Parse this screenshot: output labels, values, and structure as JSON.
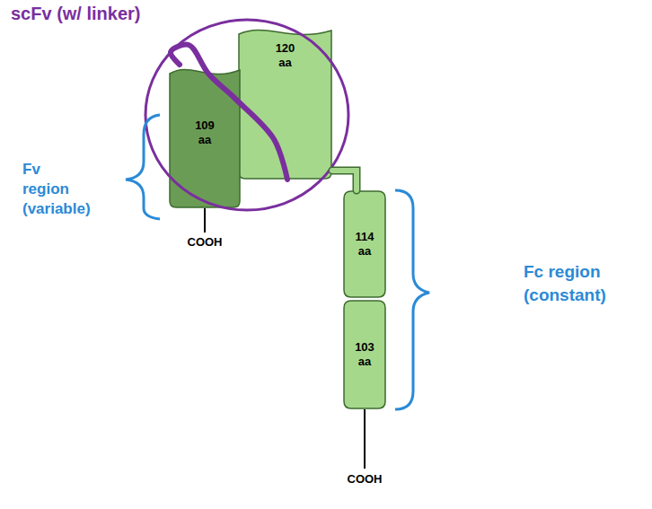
{
  "diagram": {
    "nodes": [
      {
        "text": [
          "109 aa"
        ]
      },
      {
        "text": [
          "120 aa"
        ]
      },
      {
        "text": [
          "114 aa"
        ]
      },
      {
        "text": [
          "103 aa"
        ]
      }
    ],
    "edges": [
      {
        "from": 0,
        "to": 1,
        "arrow": "none"
      },
      {
        "from": 1,
        "to": 2,
        "arrow": "none"
      }
    ],
    "labels": [
      "scFv (w/ linker)",
      "Fv region (variable)",
      "COOH",
      "Fc region (constant)",
      "COOH"
    ]
  }
}
